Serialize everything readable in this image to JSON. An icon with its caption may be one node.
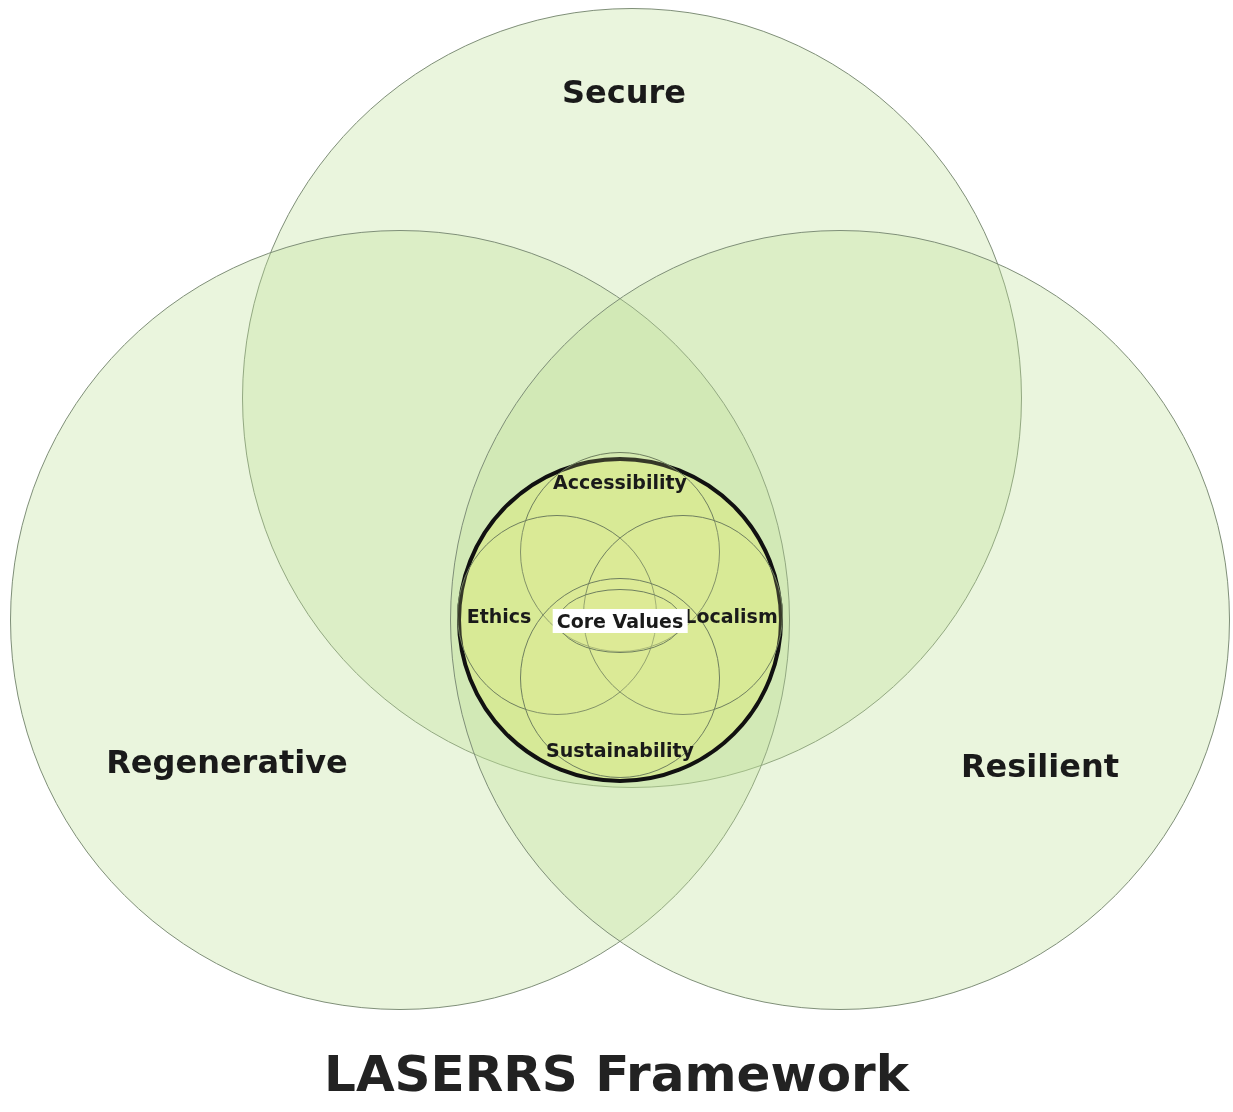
{
  "diagram": {
    "title": "LASERRS Framework",
    "nodes": [
      {
        "text": [
          "Secure"
        ]
      },
      {
        "text": [
          "Regenerative"
        ]
      },
      {
        "text": [
          "Resilient"
        ]
      },
      {
        "text": [],
        "shape": "circle"
      },
      {
        "text": [
          "Accessibility"
        ],
        "in": 3
      },
      {
        "text": [
          "Ethics"
        ],
        "in": 3
      },
      {
        "text": [
          "Core Values"
        ]
      },
      {
        "text": [
          "Localism"
        ],
        "in": 3
      },
      {
        "text": [
          "Sustainability"
        ],
        "in": 3
      }
    ],
    "edges": []
  }
}
